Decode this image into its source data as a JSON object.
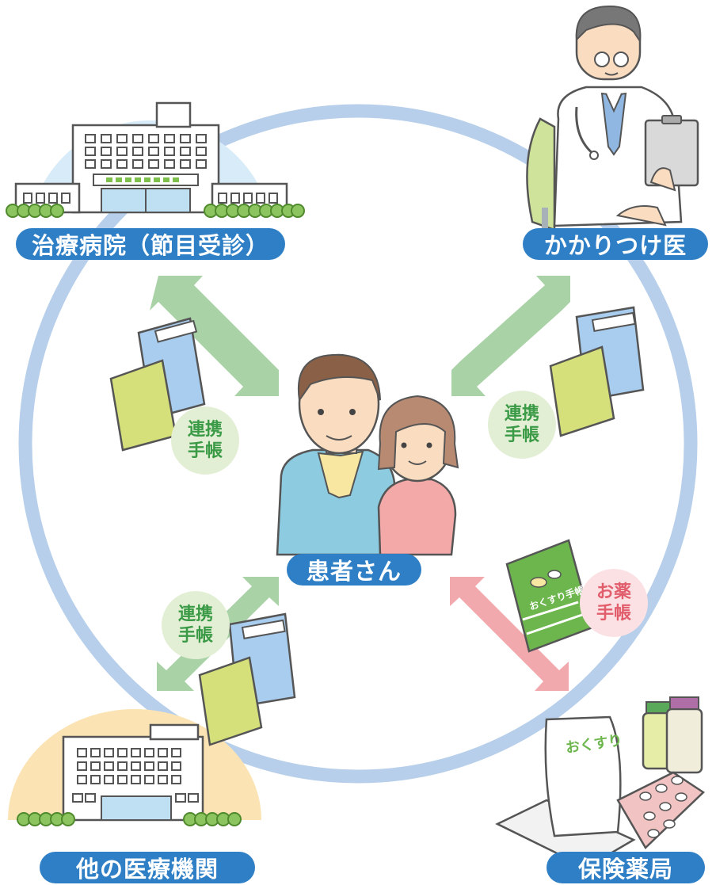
{
  "nodes": {
    "hospital": "治療病院（節目受診）",
    "family_doctor": "かかりつけ医",
    "patient": "患者さん",
    "other_institution": "他の医療機関",
    "pharmacy": "保険薬局"
  },
  "badges": {
    "renkei_line1": "連携",
    "renkei_line2": "手帳",
    "okusuri_line1": "お薬",
    "okusuri_line2": "手帳"
  },
  "book_texts": {
    "medicine_book": "おくすり手帳",
    "medicine_bag": "おくすり"
  },
  "colors": {
    "circle": "#b7cfeb",
    "pill_blue": "#2f7fc6",
    "arrow_green": "#a9d2a6",
    "arrow_pink": "#f1a9ad",
    "badge_green": "#e3efd5",
    "badge_pink": "#fbe1e3"
  },
  "icons": [
    "hospital-icon",
    "doctor-icon",
    "patients-icon",
    "clinic-icon",
    "pharmacy-icon",
    "notebook-icon",
    "medicine-book-icon"
  ]
}
